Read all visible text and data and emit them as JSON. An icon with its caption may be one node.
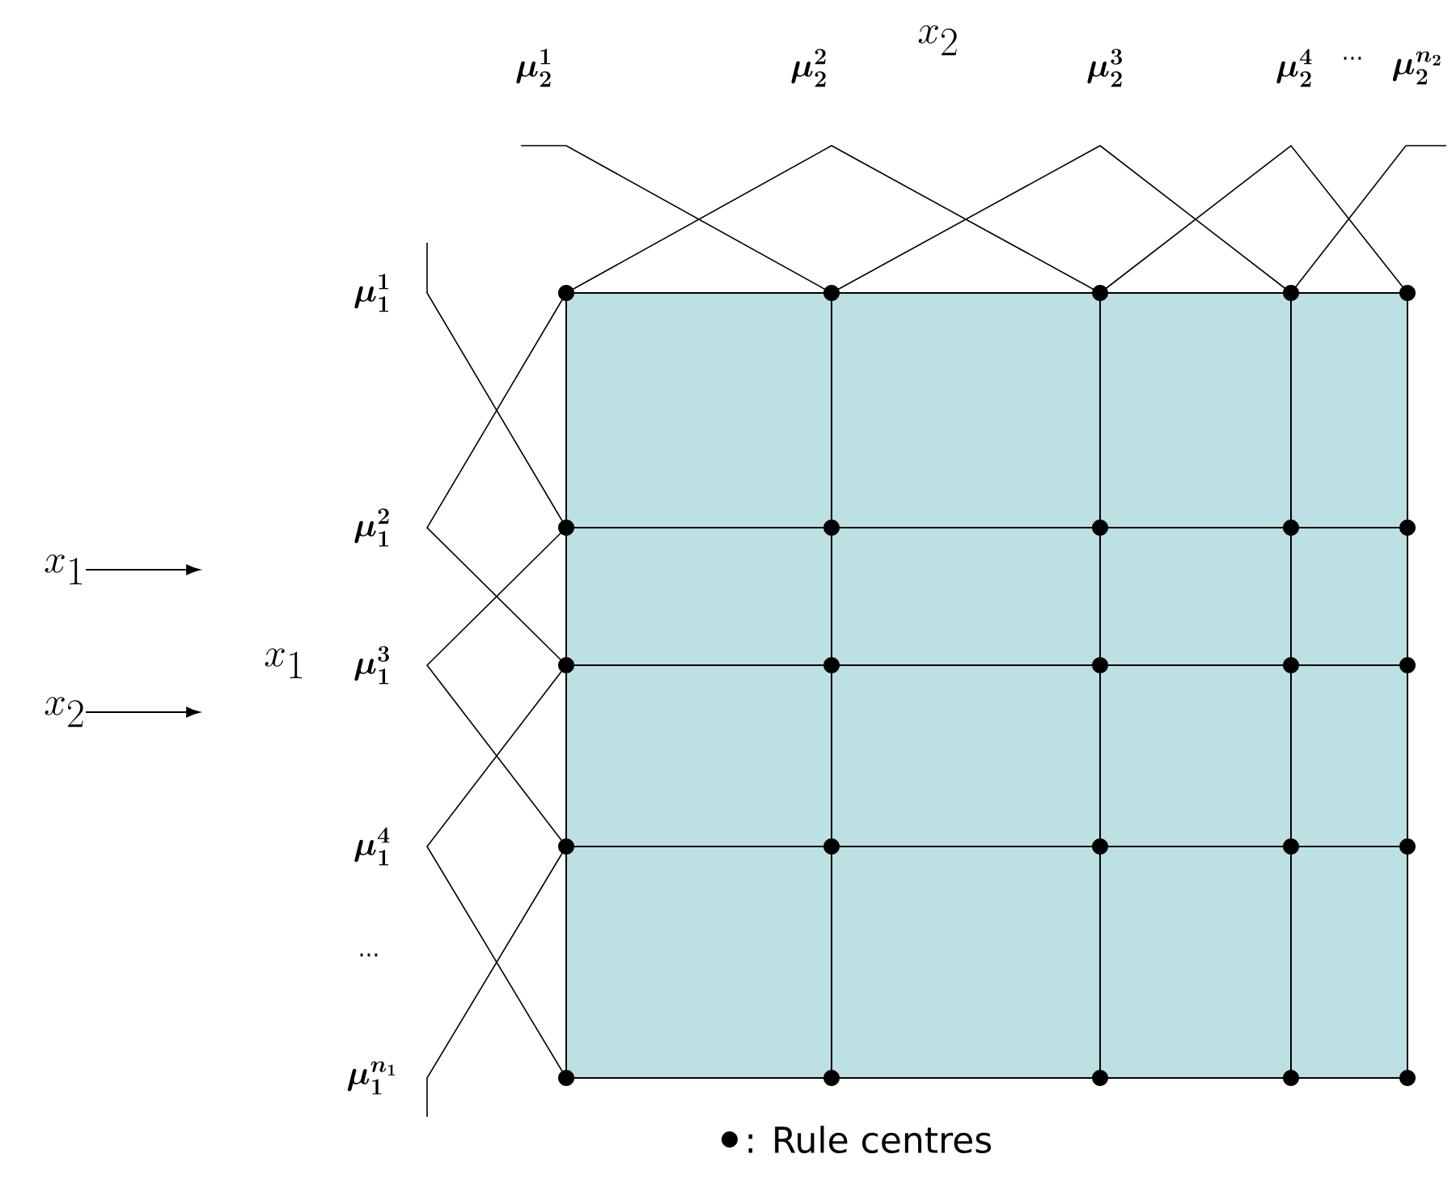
{
  "diagram": {
    "nodes": [
      {
        "text": [
          "x_1"
        ]
      },
      {
        "text": [
          "x_2"
        ]
      }
    ],
    "edges": [
      {
        "from": 0,
        "to": null,
        "arrow": "to"
      },
      {
        "from": 1,
        "to": null,
        "arrow": "to"
      }
    ],
    "labels": [
      "x_2",
      "\\mu_2^{1}",
      "\\mu_2^{2}",
      "\\mu_2^{3}",
      "\\mu_2^{4}",
      "...",
      "\\mu_2^{n_2}",
      "\\mu_1^{1}",
      "\\mu_1^{2}",
      "x_1",
      "\\mu_1^{3}",
      "\\mu_1^{4}",
      "...",
      "\\mu_1^{n_1}"
    ],
    "legend": [
      {
        "text": ": Rule centres"
      }
    ]
  }
}
